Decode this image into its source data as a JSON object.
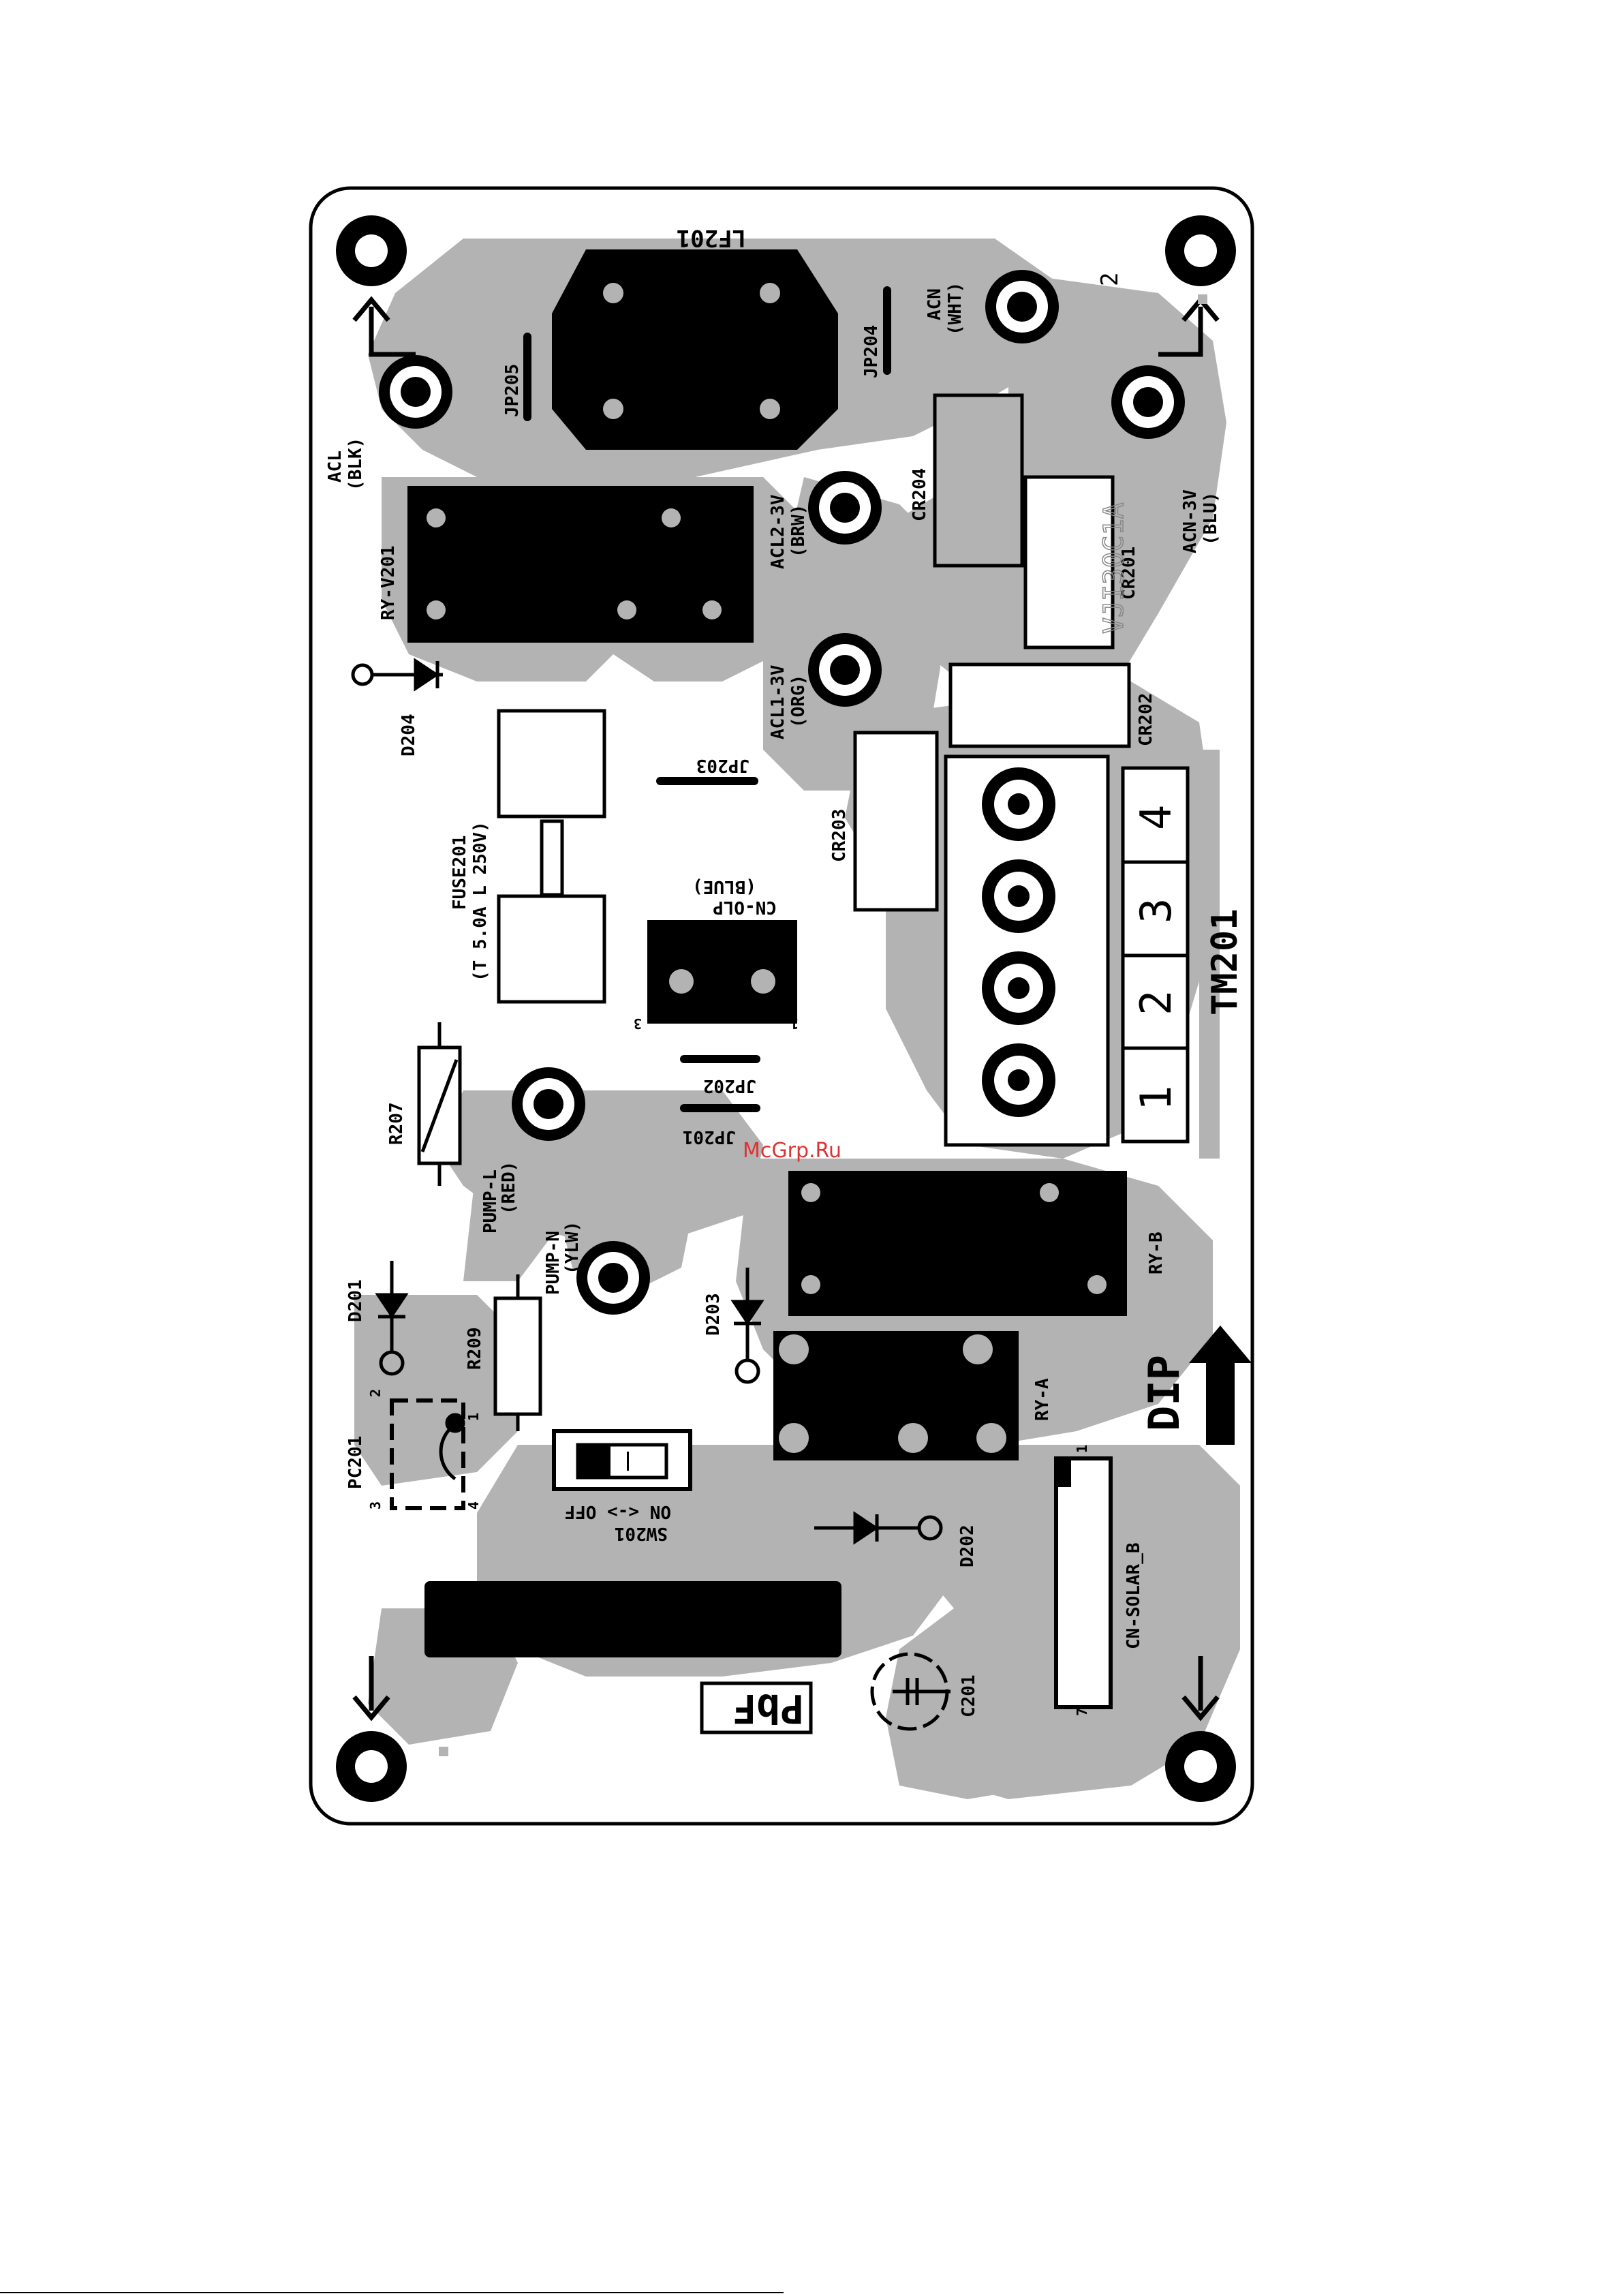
{
  "board": {
    "labels": {
      "lf201": "LF201",
      "jp205": "JP205",
      "jp204": "JP204",
      "acn": "ACN",
      "acn_color": "(WHT)",
      "acl": "ACL",
      "acl_color": "(BLK)",
      "acn3v": "ACN-3V",
      "acn3v_color": "(BLU)",
      "acl2": "ACL2-3V",
      "acl2_color": "(BRW)",
      "acl1": "ACL1-3V",
      "acl1_color": "(ORG)",
      "cr204": "CR204",
      "cr201": "CR201",
      "cr202": "CR202",
      "cr203": "CR203",
      "ryv201": "RY-V201",
      "d204": "D204",
      "jp203": "JP203",
      "fuse": "FUSE201",
      "fuse_rating": "(T 5.0A L 250V)",
      "cnolp": "CN-OLP",
      "cnolp_color": "(BLUE)",
      "jp202": "JP202",
      "jp201": "JP201",
      "r207": "R207",
      "pumpl": "PUMP-L",
      "pumpl_color": "(RED)",
      "pumpn": "PUMP-N",
      "pumpn_color": "(YLW)",
      "tm201": "TM201",
      "ryb": "RY-B",
      "rya": "RY-A",
      "dip": "DIP",
      "d201": "D201",
      "d203": "D203",
      "r209": "R209",
      "pc201": "PC201",
      "sw201": "SW201",
      "sw_onoff": "ON <-> OFF",
      "d202": "D202",
      "cnsolar": "CN-SOLAR_B",
      "c201": "C201",
      "pbf": "PbF",
      "version": "VJI30C1A",
      "corner_mark": "2"
    },
    "terminal_numbers": [
      "1",
      "2",
      "3",
      "4"
    ],
    "olp_pins": [
      "3",
      "1"
    ],
    "pc_pins": [
      "2",
      "1",
      "3",
      "4"
    ],
    "solar_pins": [
      "1",
      "7"
    ]
  },
  "watermark": "McGrp.Ru"
}
